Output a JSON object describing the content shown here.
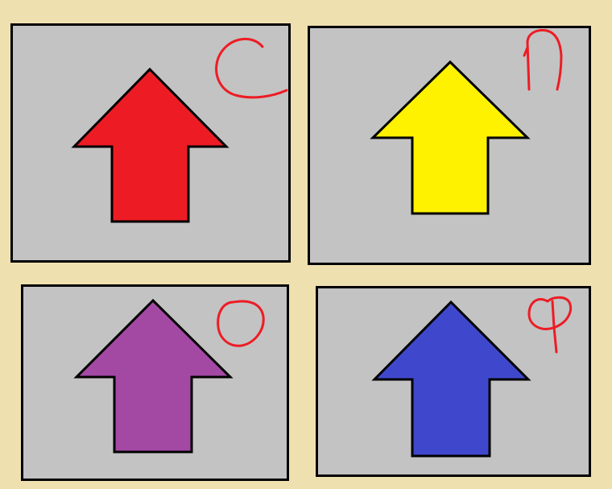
{
  "panels": [
    {
      "id": "red",
      "arrow_color": "#ed1c24",
      "arrow_direction": "up",
      "mark": "open-curve-c"
    },
    {
      "id": "yellow",
      "arrow_color": "#fff200",
      "arrow_direction": "up",
      "mark": "arch-n"
    },
    {
      "id": "purple",
      "arrow_color": "#a349a4",
      "arrow_direction": "up",
      "mark": "filled-circle"
    },
    {
      "id": "blue",
      "arrow_color": "#3f48cc",
      "arrow_direction": "up",
      "mark": "circle-with-stem"
    }
  ],
  "colors": {
    "background": "#efe0b0",
    "panel": "#c3c3c3",
    "outline": "#000000",
    "mark": "#ed1c24",
    "mark_fill": "#ffffff"
  }
}
